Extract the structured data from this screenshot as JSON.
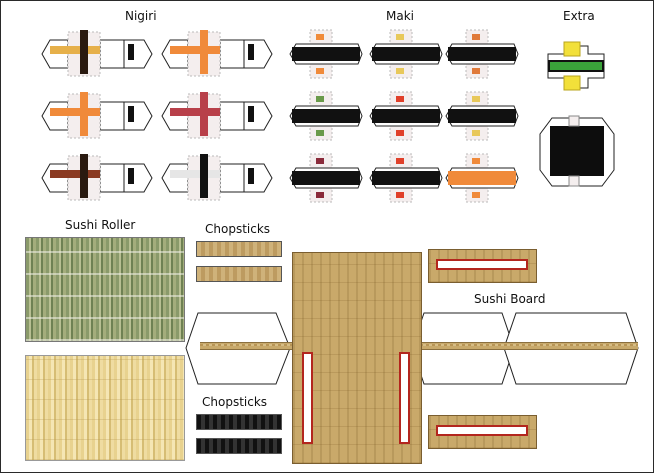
{
  "labels": {
    "nigiri": "Nigiri",
    "maki": "Maki",
    "extra": "Extra",
    "sushi_roller": "Sushi Roller",
    "chopsticks_top": "Chopsticks",
    "chopsticks_bottom": "Chopsticks",
    "sushi_board": "Sushi Board"
  },
  "nigiri": [
    {
      "fish": "#e6b04a",
      "band": "#2a1a10",
      "ends": "#e6b04a"
    },
    {
      "fish": "#f08a3a",
      "band": "#f08a3a",
      "ends": "#f08a3a"
    },
    {
      "fish": "#f08a3a",
      "band": "#f08a3a",
      "ends": "#f08a3a"
    },
    {
      "fish": "#b8404a",
      "band": "#b8404a",
      "ends": "#b8404a"
    },
    {
      "fish": "#8a3a22",
      "band": "#2a1a10",
      "ends": "#8a3a22"
    },
    {
      "fish": "#e6e6e6",
      "band": "#111111",
      "ends": "#9a2a2a"
    }
  ],
  "maki": [
    {
      "nori": "#111111",
      "center": "#f08a3a"
    },
    {
      "nori": "#111111",
      "center": "#e8c85a"
    },
    {
      "nori": "#111111",
      "center": "#e07a3a"
    },
    {
      "nori": "#111111",
      "center": "#6a9a4a"
    },
    {
      "nori": "#111111",
      "center": "#e0402a"
    },
    {
      "nori": "#111111",
      "center": "#e8c85a"
    },
    {
      "nori": "#111111",
      "center": "#8a2a3a"
    },
    {
      "nori": "#111111",
      "center": "#e0402a"
    },
    {
      "nori": "#f08a3a",
      "center": "#f08a3a"
    }
  ],
  "colors": {
    "outline": "#222222",
    "rice": "#f4eeee",
    "nori": "#111111",
    "wood": "#c9a96a",
    "red_accent": "#b3261e"
  }
}
